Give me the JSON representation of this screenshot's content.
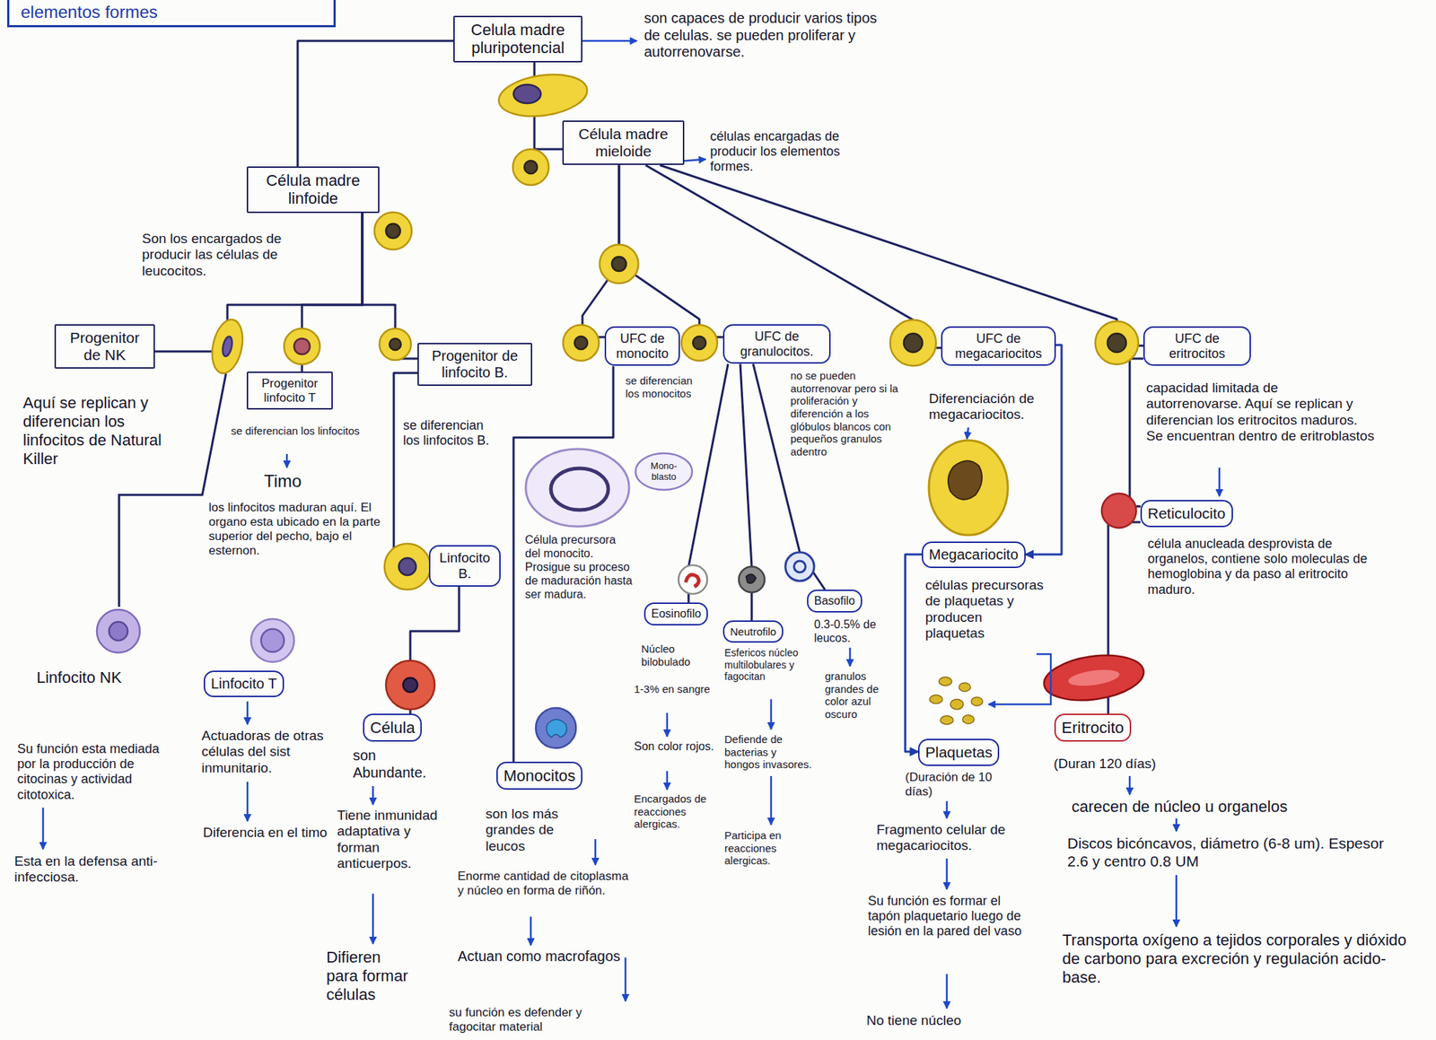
{
  "diagram": {
    "nodes": [
      {
        "text": [
          "elementos formes"
        ]
      },
      {
        "text": [
          "Celula madre pluripotencial"
        ]
      },
      {
        "text": [
          "Célula madre linfoide"
        ]
      },
      {
        "text": [
          "Célula madre mieloide"
        ]
      },
      {
        "text": [
          "Progenitor de NK"
        ]
      },
      {
        "text": [
          "Progenitor linfocito T"
        ]
      },
      {
        "text": [
          "Progenitor de linfocito B."
        ]
      },
      {
        "text": [
          "UFC de monocito"
        ]
      },
      {
        "text": [
          "UFC de granulocitos."
        ]
      },
      {
        "text": [
          "UFC de megacariocitos"
        ]
      },
      {
        "text": [
          "UFC de eritrocitos"
        ]
      },
      {
        "text": [
          "Linfocito B."
        ]
      },
      {
        "text": [
          "Linfocito T"
        ]
      },
      {
        "text": [
          "Célula"
        ]
      },
      {
        "text": [
          "Monocitos"
        ]
      },
      {
        "text": [
          "Eosinofilo"
        ]
      },
      {
        "text": [
          "Neutrofilo"
        ]
      },
      {
        "text": [
          "Basofilo"
        ]
      },
      {
        "text": [
          "Megacariocito"
        ]
      },
      {
        "text": [
          "Plaquetas"
        ]
      },
      {
        "text": [
          "Reticulocito"
        ]
      },
      {
        "text": [
          "Eritrocito"
        ]
      },
      {
        "text": [
          "Mono-blasto"
        ]
      }
    ],
    "edges": [
      {
        "from": 1,
        "to": 2,
        "arrow": "none"
      },
      {
        "from": 1,
        "to": 3,
        "arrow": "none"
      },
      {
        "from": 2,
        "to": 4,
        "arrow": "none"
      },
      {
        "from": 2,
        "to": 5,
        "arrow": "none"
      },
      {
        "from": 2,
        "to": 6,
        "arrow": "none"
      },
      {
        "from": 6,
        "to": 11,
        "arrow": "none"
      },
      {
        "from": 11,
        "to": 13,
        "arrow": "none"
      },
      {
        "from": 3,
        "to": 7,
        "arrow": "none"
      },
      {
        "from": 3,
        "to": 8,
        "arrow": "none"
      },
      {
        "from": 3,
        "to": 9,
        "arrow": "none"
      },
      {
        "from": 3,
        "to": 10,
        "arrow": "none"
      },
      {
        "from": 7,
        "to": 14,
        "arrow": "none"
      },
      {
        "from": 8,
        "to": 15,
        "arrow": "none"
      },
      {
        "from": 8,
        "to": 16,
        "arrow": "none"
      },
      {
        "from": 8,
        "to": 17,
        "arrow": "none"
      },
      {
        "from": 9,
        "to": 18,
        "arrow": "to"
      },
      {
        "from": 18,
        "to": 19,
        "arrow": "to"
      },
      {
        "from": 10,
        "to": 20,
        "arrow": "none"
      },
      {
        "from": 20,
        "to": 21,
        "arrow": "none"
      }
    ],
    "labels": [
      "son capaces de producir varios tipos de celulas. se pueden proliferar y autorrenovarse.",
      "células encargadas de producir los elementos formes.",
      "Son los encargados de producir las células de leucocitos.",
      "Aquí se replican y diferencian los linfocitos de Natural Killer",
      "se diferencian los linfocitos",
      "Timo",
      "los linfocitos maduran aquí. El organo esta ubicado en la parte superior del pecho, bajo el esternon.",
      "se diferencian los linfocitos B.",
      "se diferencian los monocitos",
      "Célula precursora del monocito. Prosigue su proceso de maduración hasta ser madura.",
      "no se pueden autorrenovar pero si la proliferación y diferención a los glóbulos blancos con pequeños granulos adentro",
      "Diferenciación de megacariocitos.",
      "capacidad limitada de autorrenovarse. Aquí se replican y diferencian los eritrocitos maduros. Se encuentran dentro de eritroblastos",
      "célula anucleada desprovista de organelos, contiene solo moleculas de hemoglobina y da paso al eritrocito maduro.",
      "Linfocito NK",
      "Su función esta mediada por la producción de citocinas y actividad citotoxica.",
      "Esta en la defensa anti-infecciosa.",
      "Actuadoras de otras células del sist inmunitario.",
      "Diferencia en el timo",
      "son Abundante.",
      "Tiene inmunidad adaptativa y forman anticuerpos.",
      "Difieren para formar células",
      "son los más grandes de leucos",
      "Enorme cantidad de citoplasma y núcleo en forma de riñón.",
      "Actuan como macrofagos",
      "su función es defender y fagocitar material",
      "Núcleo bilobulado",
      "1-3% en sangre",
      "Son color rojos.",
      "Encargados de reacciones alergicas.",
      "Esfericos núcleo multilobulares y fagocitan",
      "Defiende de bacterias y hongos invasores.",
      "Participa en reacciones alergicas.",
      "0.3-0.5% de leucos.",
      "granulos grandes de color azul oscuro",
      "células precursoras de plaquetas y producen plaquetas",
      "(Duración de 10 días)",
      "Fragmento celular de megacariocitos.",
      "Su función es formar el tapón plaquetario luego de lesión en la pared del vaso",
      "No tiene núcleo",
      "(Duran 120 días)",
      "carecen de núcleo u organelos",
      "Discos bicóncavos, diámetro (6-8 um). Espesor 2.6 y centro 0.8 UM",
      "Transporta oxígeno a tejidos corporales y dióxido de carbono para excreción y regulación acido-base."
    ]
  }
}
